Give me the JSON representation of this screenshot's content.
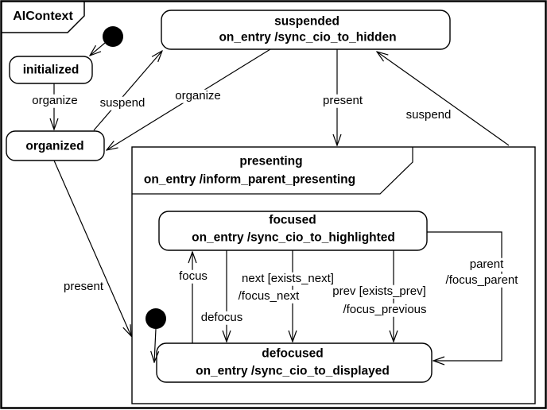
{
  "frame": {
    "title": "AIContext"
  },
  "states": {
    "initialized": {
      "name": "initialized"
    },
    "organized": {
      "name": "organized"
    },
    "suspended": {
      "name": "suspended",
      "entry": "on_entry /sync_cio_to_hidden"
    },
    "presenting": {
      "name": "presenting",
      "entry": "on_entry /inform_parent_presenting"
    },
    "focused": {
      "name": "focused",
      "entry": "on_entry /sync_cio_to_highlighted"
    },
    "defocused": {
      "name": "defocused",
      "entry": "on_entry /sync_cio_to_displayed"
    }
  },
  "transitions": {
    "initialized_to_organized": "organize",
    "organized_to_suspended": "suspend",
    "suspended_to_organized": "organize",
    "suspended_to_presenting": "present",
    "presenting_to_suspended": "suspend",
    "organized_to_presenting": "present",
    "defocused_to_focused": "focus",
    "focused_to_defocused": "defocus",
    "next": {
      "trigger": "next [exists_next]",
      "action": "/focus_next"
    },
    "prev": {
      "trigger": "prev [exists_prev]",
      "action": "/focus_previous"
    },
    "parent": {
      "trigger": "parent",
      "action": "/focus_parent"
    }
  },
  "colors": {
    "stroke": "#000000",
    "background": "#ffffff",
    "state_fill": "#ffffff"
  }
}
